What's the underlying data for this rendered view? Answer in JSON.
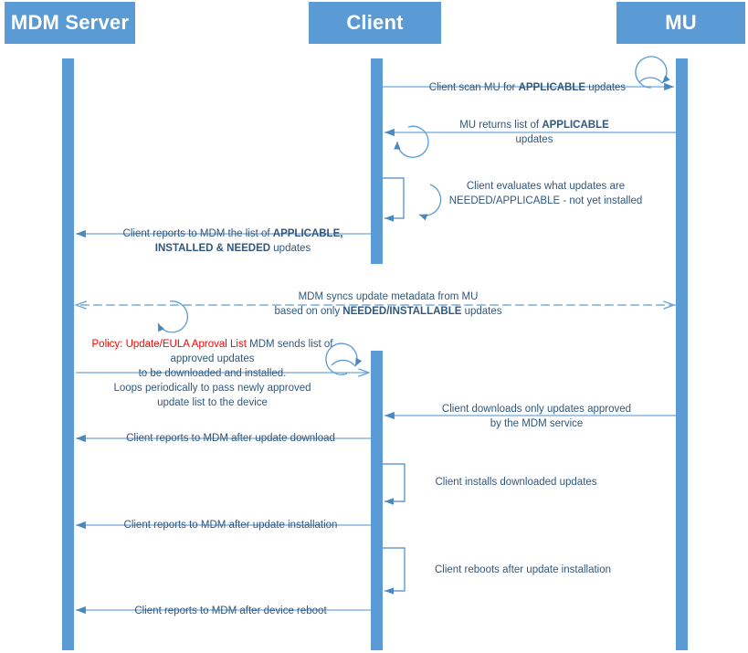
{
  "diagram": {
    "type": "sequence-diagram",
    "title": "MDM / Client / MU update flow",
    "colors": {
      "actor_fill": "#5B9BD5",
      "lifeline": "#5B9BD5",
      "arrow": "#4A89C0",
      "text": "#31577C",
      "policy_text": "#FF0000",
      "background": "#FFFFFF"
    },
    "actors": [
      {
        "id": "mdm",
        "label": "MDM Server"
      },
      {
        "id": "client",
        "label": "Client"
      },
      {
        "id": "mu",
        "label": "MU"
      }
    ],
    "messages": [
      {
        "id": "m1",
        "from": "client",
        "to": "mu",
        "style": "solid",
        "self_loop": true,
        "lines": [
          [
            {
              "t": "Client scan MU for ",
              "b": false
            },
            {
              "t": "APPLICABLE",
              "b": true
            },
            {
              "t": " updates",
              "b": false
            }
          ]
        ]
      },
      {
        "id": "m2",
        "from": "mu",
        "to": "client",
        "style": "solid",
        "self_loop": true,
        "lines": [
          [
            {
              "t": "MU returns list of ",
              "b": false
            },
            {
              "t": "APPLICABLE",
              "b": true
            }
          ],
          [
            {
              "t": "updates",
              "b": false
            }
          ]
        ]
      },
      {
        "id": "m3",
        "from": "client",
        "to": "client",
        "style": "solid",
        "self_loop": true,
        "lines": [
          [
            {
              "t": "Client evaluates what updates are",
              "b": false
            }
          ],
          [
            {
              "t": "NEEDED/APPLICABLE - not yet installed",
              "b": false
            }
          ]
        ]
      },
      {
        "id": "m4",
        "from": "client",
        "to": "mdm",
        "style": "solid",
        "self_loop": false,
        "lines": [
          [
            {
              "t": "Client reports to MDM the list of ",
              "b": false
            },
            {
              "t": "APPLICABLE,",
              "b": true
            }
          ],
          [
            {
              "t": "INSTALLED & NEEDED",
              "b": true
            },
            {
              "t": " updates",
              "b": false
            }
          ]
        ]
      },
      {
        "id": "m5",
        "from": "mu",
        "to": "mdm",
        "style": "dashed",
        "self_loop": true,
        "lines": [
          [
            {
              "t": "MDM syncs update metadata from MU",
              "b": false
            }
          ],
          [
            {
              "t": "based on only ",
              "b": false
            },
            {
              "t": "NEEDED/INSTALLABLE",
              "b": true
            },
            {
              "t": " updates",
              "b": false
            }
          ]
        ]
      },
      {
        "id": "m6",
        "from": "mdm",
        "to": "client",
        "style": "solid",
        "self_loop": true,
        "policy": "Policy: Update/EULA Aproval List",
        "lines": [
          [
            {
              "t": "MDM sends list of approved updates",
              "b": false
            }
          ],
          [
            {
              "t": "to be downloaded and installed.",
              "b": false
            }
          ],
          [
            {
              "t": "Loops periodically to pass newly approved",
              "b": false
            }
          ],
          [
            {
              "t": "update list to the device",
              "b": false
            }
          ]
        ]
      },
      {
        "id": "m7",
        "from": "mu",
        "to": "client",
        "style": "solid",
        "self_loop": false,
        "lines": [
          [
            {
              "t": "Client downloads only updates approved",
              "b": false
            }
          ],
          [
            {
              "t": "by the MDM service",
              "b": false
            }
          ]
        ]
      },
      {
        "id": "m8",
        "from": "client",
        "to": "mdm",
        "style": "solid",
        "self_loop": false,
        "lines": [
          [
            {
              "t": "Client reports to MDM after update download",
              "b": false
            }
          ]
        ]
      },
      {
        "id": "m9",
        "from": "client",
        "to": "client",
        "style": "solid",
        "self_loop": false,
        "lines": [
          [
            {
              "t": "Client installs downloaded updates",
              "b": false
            }
          ]
        ]
      },
      {
        "id": "m10",
        "from": "client",
        "to": "mdm",
        "style": "solid",
        "self_loop": false,
        "lines": [
          [
            {
              "t": "Client reports to MDM after update installation",
              "b": false
            }
          ]
        ]
      },
      {
        "id": "m11",
        "from": "client",
        "to": "client",
        "style": "solid",
        "self_loop": false,
        "lines": [
          [
            {
              "t": "Client reboots after update installation",
              "b": false
            }
          ]
        ]
      },
      {
        "id": "m12",
        "from": "client",
        "to": "mdm",
        "style": "solid",
        "self_loop": false,
        "lines": [
          [
            {
              "t": "Client reports to MDM after device reboot",
              "b": false
            }
          ]
        ]
      }
    ]
  }
}
